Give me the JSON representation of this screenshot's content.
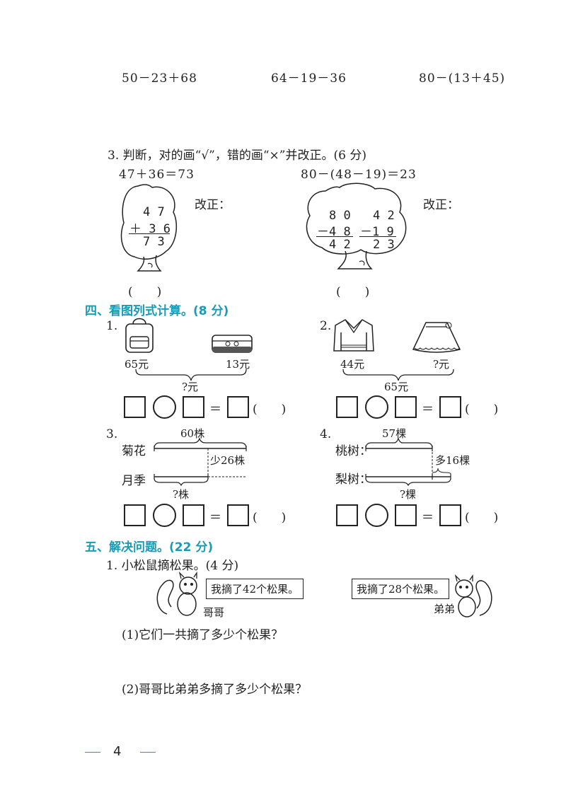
{
  "top_expressions": [
    "50－23＋68",
    "64－19－36",
    "80－(13＋45)"
  ],
  "q3": {
    "title": "3. 判断，对的画“√”，错的画“×”并改正。(6 分)",
    "left": {
      "expression": "47＋36＝73",
      "row1": "4 7",
      "row2": "＋ 3 6",
      "row3": "7 3",
      "correction_label": "改正：",
      "paren": "(　　)"
    },
    "right": {
      "expression": "80－(48－19)＝23",
      "a_row1": "8 0",
      "a_row2": "－4 8",
      "a_row3": "4 2",
      "b_row1": "4 2",
      "b_row2": "－1 9",
      "b_row3": "2 3",
      "correction_label": "改正：",
      "paren": "(　　)"
    }
  },
  "section4": {
    "title": "四、看图列式计算。(8 分)",
    "p1": {
      "num": "1.",
      "left_price": "65元",
      "right_price": "13元",
      "total": "?元"
    },
    "p2": {
      "num": "2.",
      "left_price": "44元",
      "right_price": "?元",
      "total": "65元"
    },
    "p3": {
      "num": "3.",
      "top_total": "60株",
      "row1": "菊花",
      "row2": "月季",
      "diff": "少26株",
      "bottom": "?株"
    },
    "p4": {
      "num": "4.",
      "top_total": "57棵",
      "row1": "桃树：",
      "row2": "梨树：",
      "diff": "多16棵",
      "bottom": "?棵"
    },
    "equals": "＝",
    "paren": "(　　)"
  },
  "section5": {
    "title": "五、解决问题。(22 分)",
    "p1_title": "1. 小松鼠摘松果。(4 分)",
    "left_speech": "我摘了42个松果。",
    "left_name": "哥哥",
    "right_speech": "我摘了28个松果。",
    "right_name": "弟弟",
    "sub1": "(1)它们一共摘了多少个松果？",
    "sub2": "(2)哥哥比弟弟多摘了多少个松果？"
  },
  "page_number": "4",
  "colors": {
    "section_heading": "#1a9bb5",
    "footer_line": "#1a9bb5"
  }
}
